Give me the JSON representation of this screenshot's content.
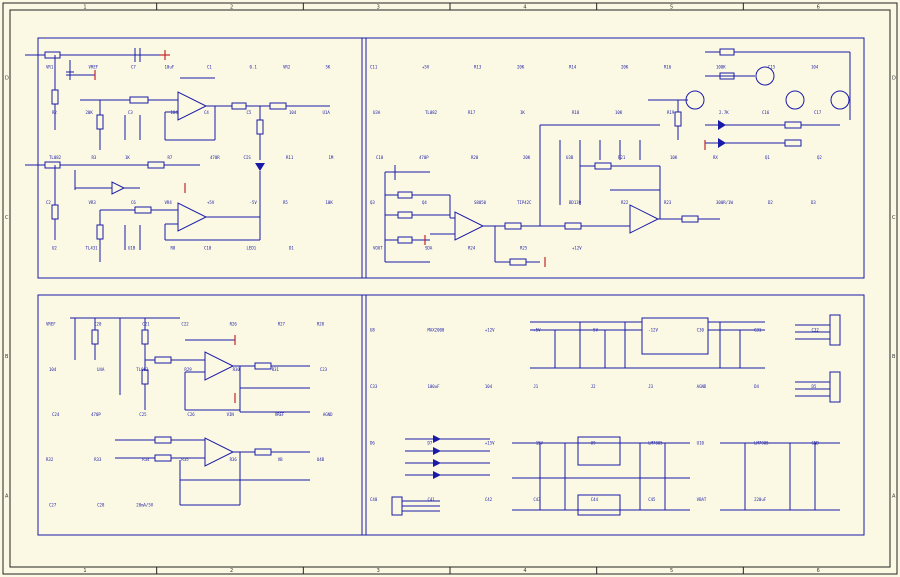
{
  "frame": {
    "zone_cols": [
      "1",
      "2",
      "3",
      "4",
      "5",
      "6"
    ],
    "zone_rows": [
      "D",
      "C",
      "B",
      "A"
    ]
  },
  "panel_top_left": {
    "labels": [
      "VR1",
      "VREF",
      "C7",
      "10uF",
      "C1",
      "0.1",
      "VR2",
      "5K",
      "R2",
      "20K",
      "C3",
      "104",
      "C4",
      "C5",
      "104",
      "U1A",
      "TL082",
      "R3",
      "1K",
      "R7",
      "470R",
      "CIS",
      "R11",
      "1M",
      "C2",
      "VR3",
      "C6",
      "VR4",
      "+5V",
      "-5V",
      "R5",
      "10K",
      "U2",
      "TL431",
      "U1B",
      "R8",
      "C10",
      "LED1",
      "D1"
    ]
  },
  "panel_top_right": {
    "labels": [
      "C11",
      "+5V",
      "R13",
      "20K",
      "R14",
      "20K",
      "R16",
      "100K",
      "C15",
      "104",
      "U3A",
      "TL082",
      "R17",
      "1K",
      "R18",
      "10K",
      "R19",
      "2.7K",
      "C16",
      "C17",
      "C18",
      "470P",
      "R20",
      "20K",
      "U3B",
      "R21",
      "10K",
      "RX",
      "Q1",
      "Q2",
      "Q3",
      "Q4",
      "S8050",
      "TIP42C",
      "BD139",
      "R22",
      "R23",
      "300R/1W",
      "D2",
      "D3",
      "VOUT",
      "SDA",
      "R24",
      "R25",
      "+12V"
    ]
  },
  "panel_bottom_left": {
    "labels": [
      "VREF",
      "C20",
      "C21",
      "C22",
      "R26",
      "R27",
      "R28",
      "104",
      "U4A",
      "TL082",
      "R29",
      "R30",
      "R31",
      "C23",
      "C24",
      "470P",
      "C25",
      "C26",
      "VIN",
      "VREF",
      "AGND",
      "R32",
      "R33",
      "R34",
      "R35",
      "R36",
      "VB",
      "U4B",
      "C27",
      "C28",
      "20mA/5V"
    ]
  },
  "panel_bottom_right": {
    "labels": [
      "U8",
      "MAX2000",
      "+12V",
      "+5V",
      "-5V",
      "-12V",
      "C30",
      "C31",
      "C32",
      "C33",
      "100uF",
      "104",
      "J1",
      "J2",
      "J3",
      "AGND",
      "D4",
      "D5",
      "D6",
      "D7",
      "+15V",
      "-15V",
      "U9",
      "LM7805",
      "U10",
      "LM7905",
      "GND",
      "C40",
      "C41",
      "C42",
      "C43",
      "C44",
      "C45",
      "VBAT",
      "220uF"
    ]
  }
}
